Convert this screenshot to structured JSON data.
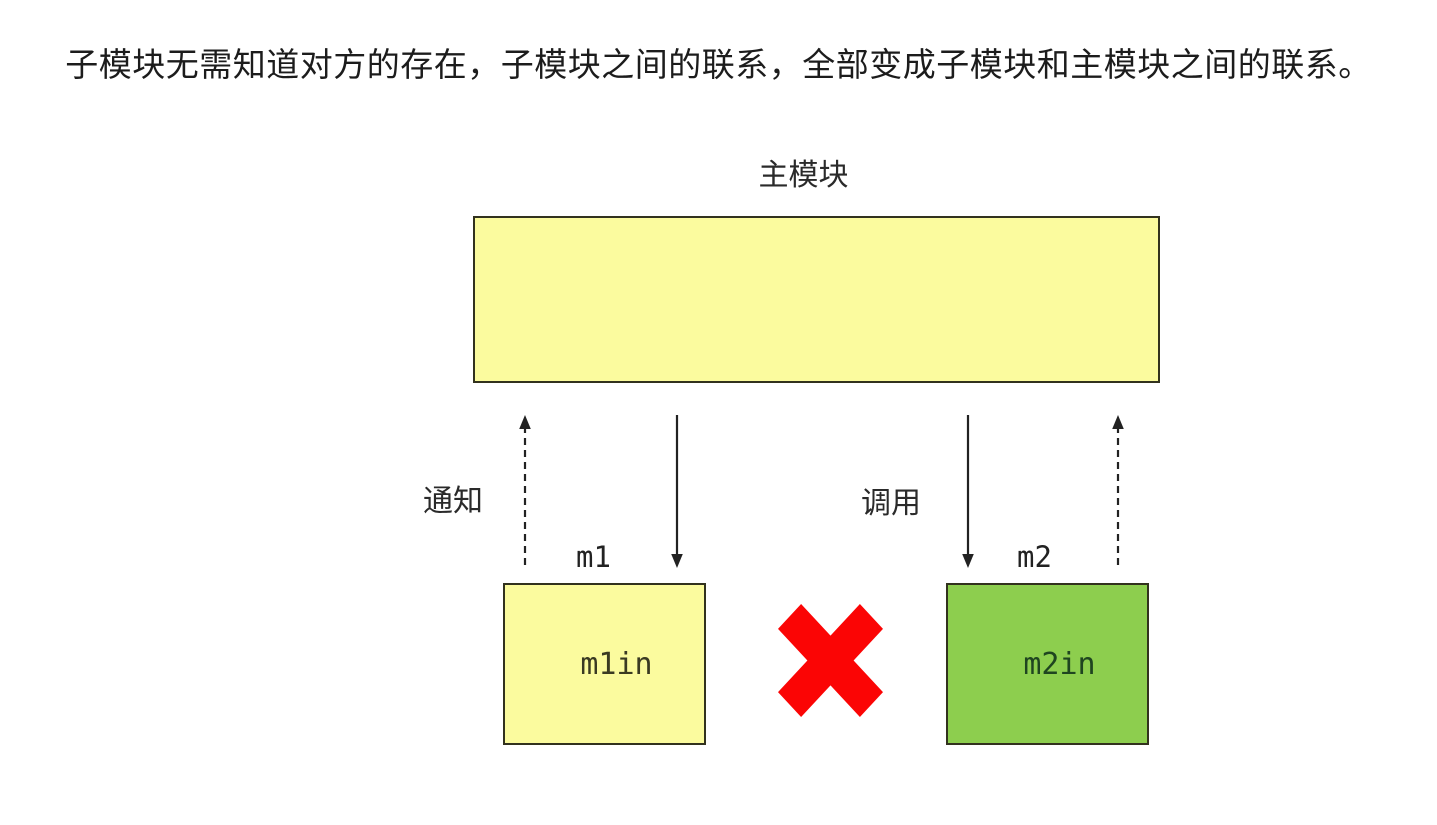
{
  "heading": "子模块无需知道对方的存在，子模块之间的联系，全部变成子模块和主模块之间的联系。",
  "diagram": {
    "main_module_label": "主模块",
    "notify_label": "通知",
    "call_label": "调用",
    "m1_label": "m1",
    "m2_label": "m2",
    "m1_inner_label": "m1in",
    "m2_inner_label": "m2in",
    "colors": {
      "module_yellow": "#FBFB9E",
      "module_green": "#8DCE4E",
      "cross_red": "#FB0505",
      "border_dark": "#32321E",
      "arrow_black": "#222222"
    }
  }
}
